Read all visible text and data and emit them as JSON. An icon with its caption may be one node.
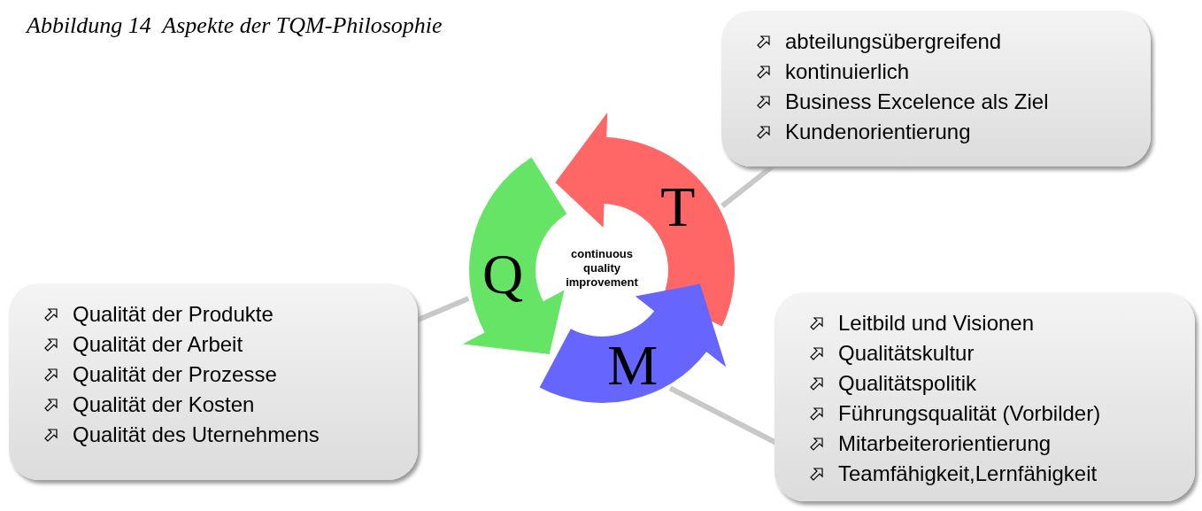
{
  "diagram": {
    "title": "Abbildung 14  Aspekte der TQM-Philosophie",
    "nodes": [
      {
        "text": [
          "T"
        ]
      },
      {
        "text": [
          "Q"
        ]
      },
      {
        "text": [
          "M"
        ]
      },
      {
        "text": [
          "continuous quality improvement"
        ]
      },
      {
        "text": [
          "abteilungsübergreifend",
          "kontinuierlich",
          "Business Excelence als Ziel",
          "Kundenorientierung"
        ]
      },
      {
        "text": [
          "Qualität der Produkte",
          "Qualität der Arbeit",
          "Qualität der Prozesse",
          "Qualität der Kosten",
          "Qualität des Uternehmens"
        ]
      },
      {
        "text": [
          "Leitbild und Visionen",
          "Qualitätskultur",
          "Qualitätspolitik",
          "Führungsqualität (Vorbilder)",
          "Mitarbeiterorientierung",
          "Teamfähigkeit,Lernfähigkeit"
        ]
      }
    ],
    "edges": [
      {
        "from": 4,
        "to": 0,
        "arrow": "none"
      },
      {
        "from": 5,
        "to": 1,
        "arrow": "none"
      },
      {
        "from": 6,
        "to": 2,
        "arrow": "none"
      }
    ]
  }
}
